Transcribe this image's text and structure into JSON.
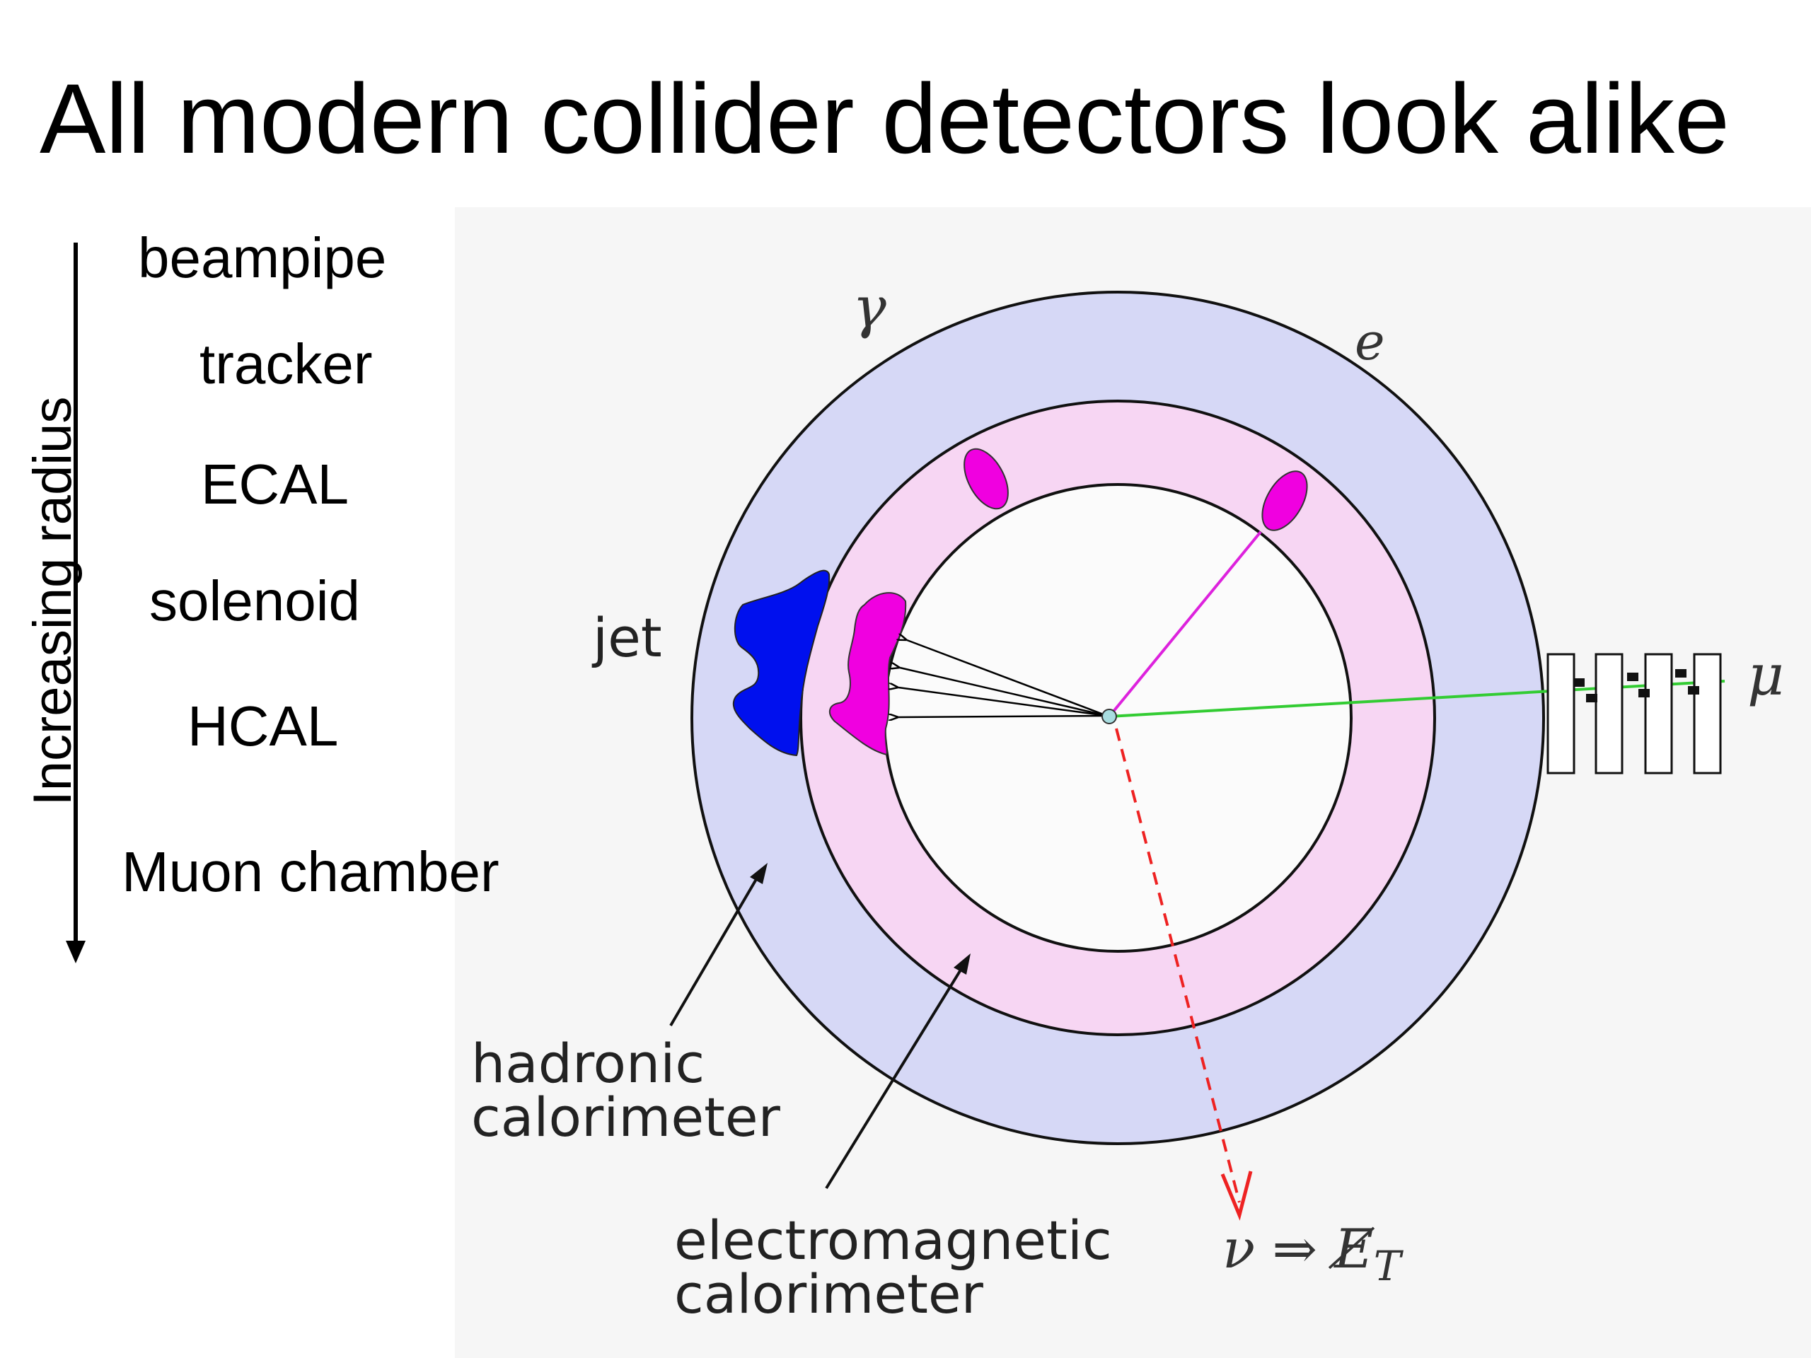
{
  "slide": {
    "title": "All modern collider detectors look alike"
  },
  "legend": {
    "axis_label": "Increasing radius",
    "layers": [
      "beampipe",
      "tracker",
      "ECAL",
      "solenoid",
      "HCAL",
      "Muon chamber"
    ]
  },
  "diagram": {
    "labels": {
      "photon": "γ",
      "electron": "e",
      "jet": "jet",
      "muon": "μ",
      "hadronic_line1": "hadronic",
      "hadronic_line2": "calorimeter",
      "em_line1": "electromagnetic",
      "em_line2": "calorimeter",
      "neutrino": "ν ⇒ E̸",
      "neutrino_sub": "T"
    },
    "colors": {
      "panel_bg": "#f6f6f6",
      "hadronic_ring": "#d6d8f6",
      "em_ring": "#f7d6f3",
      "tracker": "#fbfbfb",
      "em_deposit": "#f000e0",
      "hadronic_deposit": "#0010ee",
      "muon_track": "#33cc33",
      "electron_track": "#dd22dd",
      "neutrino_arrow": "#ee2222",
      "vertex": "#a8dde0"
    }
  }
}
